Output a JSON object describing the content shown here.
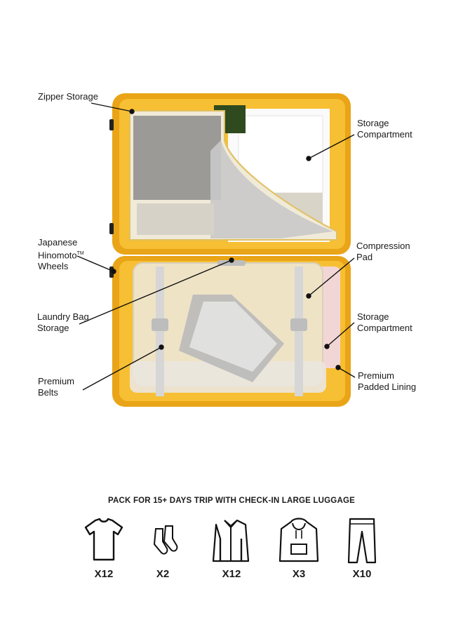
{
  "callouts": {
    "zipper_storage": "Zipper Storage",
    "storage_top": [
      "Storage",
      "Compartment"
    ],
    "wheels": [
      "Japanese",
      "Hinomoto",
      "TM",
      "Wheels"
    ],
    "compression_pad": [
      "Compression",
      "Pad"
    ],
    "laundry_bag": [
      "Laundry Bag",
      "Storage"
    ],
    "storage_bottom": [
      "Storage",
      "Compartment"
    ],
    "premium_belts": [
      "Premium",
      "Belts"
    ],
    "padded_lining": [
      "Premium",
      "Padded Lining"
    ]
  },
  "packing": {
    "title": "PACK FOR 15+ DAYS TRIP WITH CHECK-IN LARGE LUGGAGE",
    "items": [
      {
        "icon": "tshirt-icon",
        "count": "X12"
      },
      {
        "icon": "socks-icon",
        "count": "X2"
      },
      {
        "icon": "shirt-icon",
        "count": "X12"
      },
      {
        "icon": "hoodie-icon",
        "count": "X3"
      },
      {
        "icon": "trousers-icon",
        "count": "X10"
      }
    ]
  },
  "colors": {
    "shell": "#f5b021",
    "shell_dark": "#e09a10",
    "lining": "#f7c23a",
    "mesh": "#8c8c8c",
    "pad": "#efe6d4",
    "belt": "#d8d8d8"
  }
}
